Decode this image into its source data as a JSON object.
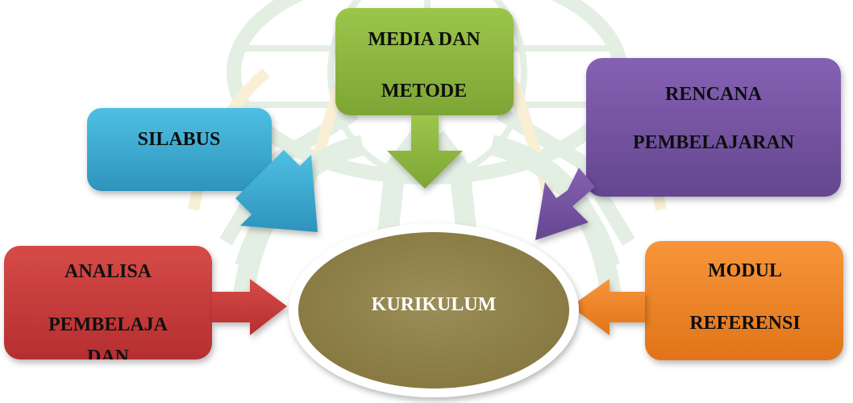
{
  "center": {
    "label": "KURIKULUM",
    "color": "#958650"
  },
  "nodes": {
    "silabus": {
      "lines": [
        "SILABUS"
      ],
      "color": "#3BA9D0"
    },
    "media_metode": {
      "lines": [
        "MEDIA DAN",
        "METODE"
      ],
      "color": "#8DB43F"
    },
    "rencana": {
      "lines": [
        "RENCANA",
        "PEMBELAJARAN"
      ],
      "color": "#7453A3"
    },
    "analisa": {
      "lines": [
        "ANALISA",
        "PEMBELAJA",
        "DAN"
      ],
      "color": "#C9393A"
    },
    "modul": {
      "lines": [
        "MODUL",
        "REFERENSI"
      ],
      "color": "#EE8427"
    }
  },
  "watermark": {
    "colors": [
      "#CFE3CF",
      "#F4E3B3"
    ]
  }
}
